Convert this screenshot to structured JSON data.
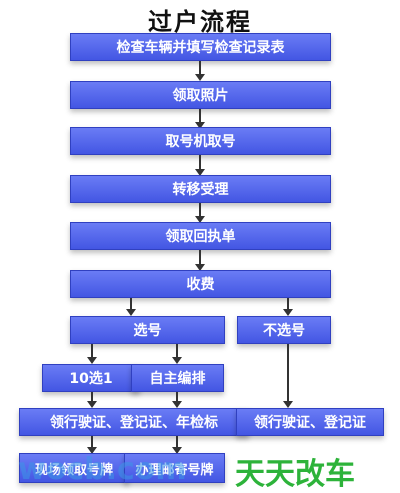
{
  "title": "过户流程",
  "steps": {
    "s1": "检查车辆并填写检查记录表",
    "s2": "领取照片",
    "s3": "取号机取号",
    "s4": "转移受理",
    "s5": "领取回执单",
    "s6": "收费",
    "select": "选号",
    "no_select": "不选号",
    "ten_one": "10选1",
    "self_arrange": "自主编排",
    "left_cert": "领行驶证、登记证、年检标",
    "right_cert": "领行驶证、登记证",
    "left_bottom": "现场领取号牌",
    "mid_bottom": "办理邮寄号牌"
  },
  "watermark": {
    "blue": "wocb.com",
    "green": "天天改车"
  }
}
